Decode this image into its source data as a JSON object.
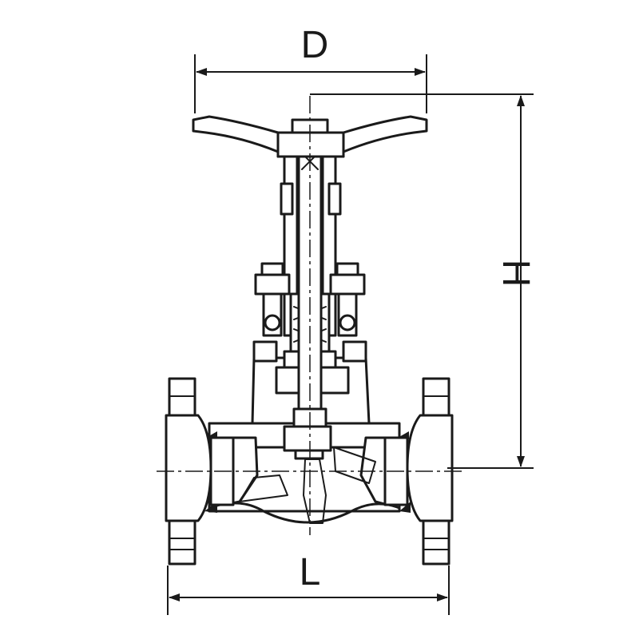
{
  "diagram": {
    "labels": {
      "handwheel_diameter": "D",
      "overall_height": "H",
      "face_to_face_length": "L"
    },
    "colors": {
      "line": "#1a1a1a",
      "background": "#ffffff"
    }
  }
}
